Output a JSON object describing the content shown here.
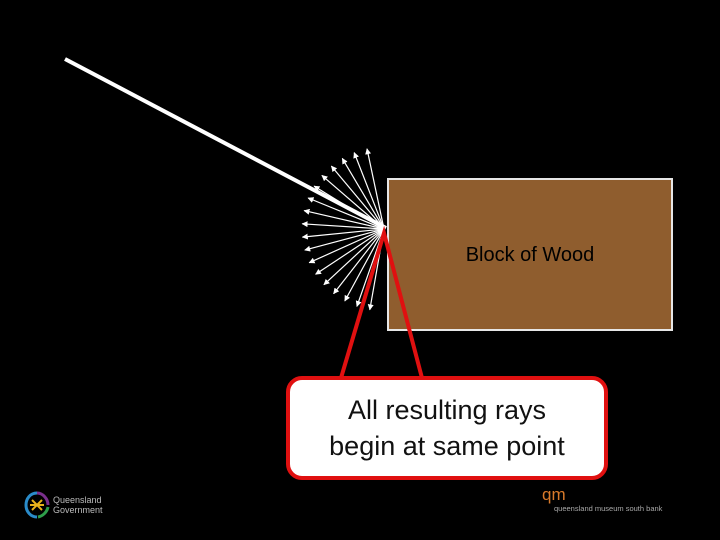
{
  "block_label": "Block of Wood",
  "callout": {
    "line1": "All resulting rays",
    "line2": "begin at same point"
  },
  "footer": {
    "gov_line1": "Queensland",
    "gov_line2": "Government",
    "museum_mark": "qm",
    "museum_name": "queensland museum south bank"
  },
  "colors": {
    "background": "#000000",
    "wood": "#8f5d2e",
    "wood_border": "#e6e6e6",
    "ray": "#ffffff",
    "callout_border": "#e01010",
    "museum_accent": "#d97a2a"
  },
  "reflected_ray_count": 18
}
